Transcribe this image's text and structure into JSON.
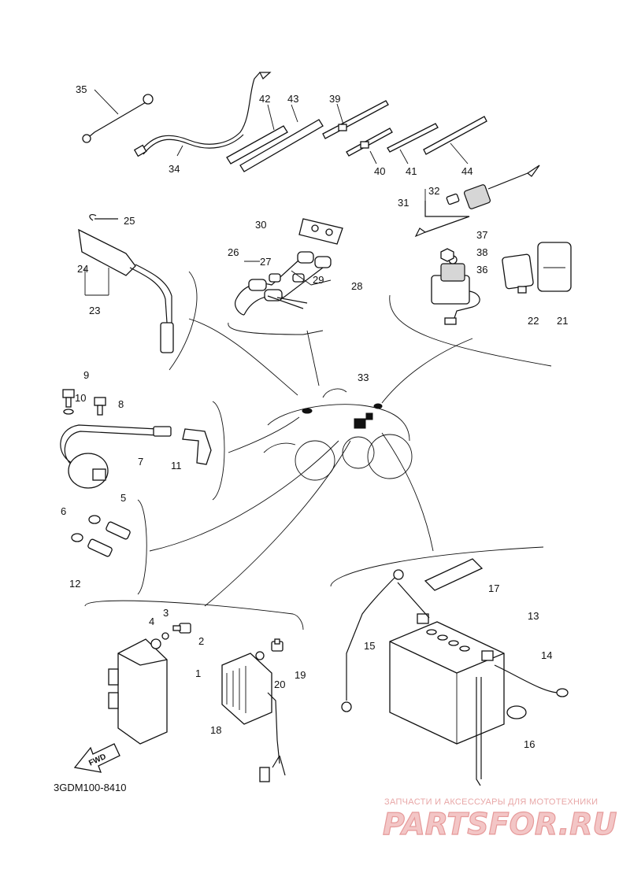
{
  "diagram": {
    "part_numbers": [
      "1",
      "2",
      "3",
      "4",
      "5",
      "6",
      "7",
      "8",
      "9",
      "10",
      "11",
      "12",
      "13",
      "14",
      "15",
      "16",
      "17",
      "18",
      "19",
      "20",
      "21",
      "22",
      "23",
      "24",
      "25",
      "26",
      "27",
      "28",
      "29",
      "30",
      "31",
      "32",
      "33",
      "34",
      "35",
      "36",
      "37",
      "38",
      "39",
      "40",
      "41",
      "42",
      "43",
      "44"
    ],
    "drawing_code": "3GDM100-8410",
    "fwd_label": "FWD"
  },
  "watermark": {
    "tagline": "ЗАПЧАСТИ И АКСЕССУАРЫ ДЛЯ МОТОТЕХНИКИ",
    "brand": "PARTSFOR.RU"
  }
}
